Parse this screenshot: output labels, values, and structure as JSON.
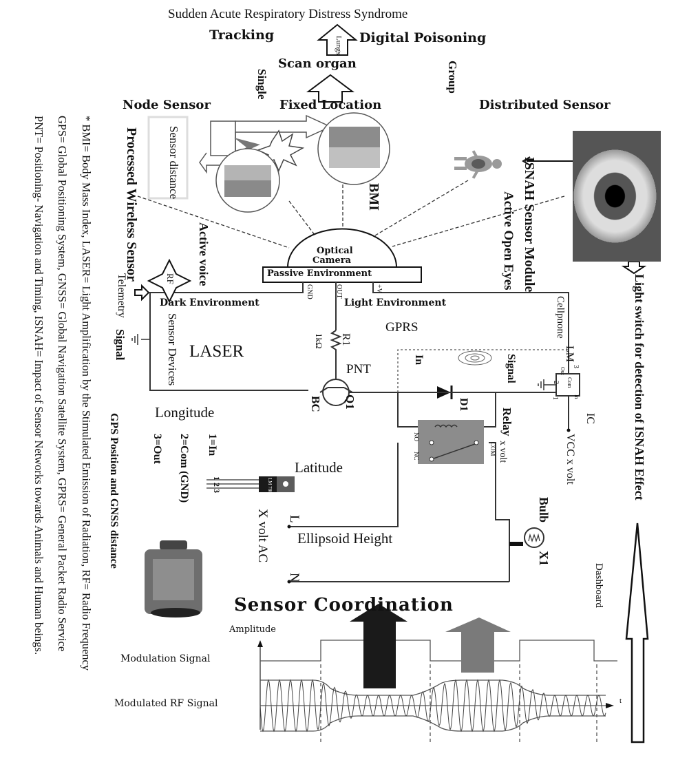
{
  "top": {
    "title": "Sudden Acute Respiratory Distress Syndrome",
    "tracking": "Tracking",
    "digital_poisoning": "Digital Poisoning",
    "lungs": "Lungs",
    "scan_organ": "Scan organ",
    "single": "Single",
    "group": "Group",
    "node_sensor": "Node Sensor",
    "fixed_location": "Fixed Location",
    "distributed_sensor": "Distributed Sensor"
  },
  "sensor_area": {
    "sensor_distance": "Sensor distance",
    "processed_wireless_sensor": "Processed Wireless Sensor",
    "active_voice": "Active voice",
    "rf": "RF",
    "bmi": "BMI",
    "isnah_module": "ISNAH Sensor Module",
    "active_open_eyes": "Active Open Eyes",
    "light_switch": "Light switch for detection of ISNAH Effect"
  },
  "camera": {
    "optical": "Optical",
    "camera": "Camera",
    "passive_environment": "Passive Environment",
    "gnd": "GND",
    "out": "OUT",
    "plus_v": "+V"
  },
  "circuit": {
    "dark_environment": "Dark Environment",
    "light_environment": "Light Environment",
    "sensor_devices": "Sensor Devices",
    "laser": "LASER",
    "telemetry": "Telemetry",
    "signal_left": "Signal",
    "cellphone": "Cellpnone",
    "gprs": "GPRS",
    "r1": "R1",
    "r1_value": "1kΩ",
    "pnt": "PNT",
    "bc": "BC",
    "q1": "Q1",
    "in": "In",
    "signal": "Signal",
    "d1": "D1",
    "relay": "Relay",
    "relay_volt": "x volt",
    "lm": "LM",
    "ic": "IC",
    "vcc": "VCC x volt",
    "pin3": "3",
    "pin2": "2",
    "pin1": "1",
    "pin_out": "Out",
    "pin_com": "Com",
    "pin_in": "In",
    "no": "NO",
    "nc": "NC",
    "com": "COM",
    "longitude": "Longitude",
    "latitude": "Latitude",
    "pins_legend": [
      "1=In",
      "2=Com (GND)",
      "3=Out"
    ],
    "regulator_pins": "1 2 3",
    "regulator_label": "LM 7805",
    "l_label": "L",
    "n_label": "N",
    "x_volt_ac": "X volt AC",
    "ellipsoid_height": "Ellipsoid Height",
    "bulb": "Bulb",
    "x1": "X1",
    "gps_position": "GPS Position and GNSS distance"
  },
  "coordination": {
    "title": "Sensor Coordination",
    "amplitude": "Amplitude",
    "modulation_signal": "Modulation Signal",
    "modulated_rf_signal": "Modulated RF Signal",
    "t_axis": "t",
    "dashboard": "Dashboard"
  },
  "footnote": {
    "lines": [
      "* BMI= Body Mass Index, LASER= Light Amplification by the Stimulated Emission of Radiation,  RF= Radio Frequency",
      "GPS= Global Positioning System,     GNSS= Global Navigation Satellite System, GPRS= General Packet Radio Service",
      "PNT= Positioning- Navigation and Timing,  ISNAH= Impact of Sensor Networks towards Animals and Human beings."
    ]
  }
}
